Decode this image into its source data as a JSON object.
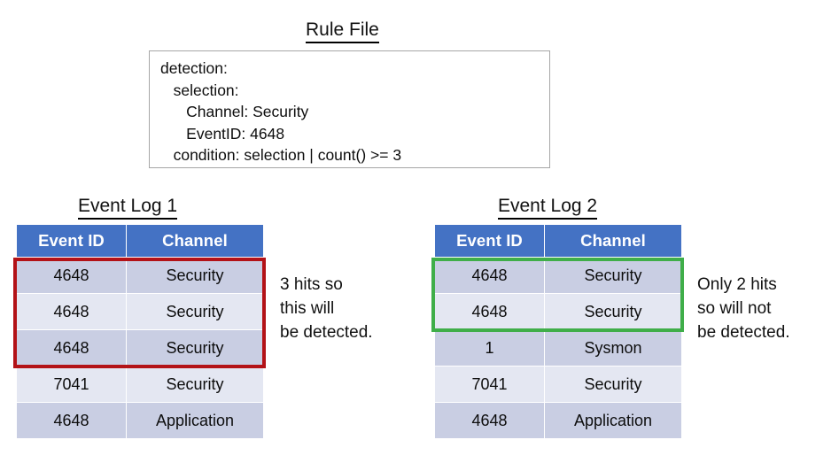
{
  "rule_file": {
    "title": "Rule File",
    "code": "detection:\n   selection:\n      Channel: Security\n      EventID: 4648\n   condition: selection | count() >= 3"
  },
  "colors": {
    "header_blue": "#4472C4",
    "row_band_dark": "#C9CEE3",
    "row_band_light": "#E4E7F2",
    "highlight_red": "#B31217",
    "highlight_green": "#3FAE49",
    "box_border": "#A6A6A6",
    "text": "#0D0D0D"
  },
  "event_log_1": {
    "title": "Event Log 1",
    "columns": [
      "Event ID",
      "Channel"
    ],
    "rows": [
      [
        "4648",
        "Security"
      ],
      [
        "4648",
        "Security"
      ],
      [
        "4648",
        "Security"
      ],
      [
        "7041",
        "Security"
      ],
      [
        "4648",
        "Application"
      ]
    ],
    "highlight": {
      "color": "#B31217",
      "row_start": 0,
      "row_end": 2
    },
    "annotation": "3 hits so\nthis will\nbe detected."
  },
  "event_log_2": {
    "title": "Event Log 2",
    "columns": [
      "Event ID",
      "Channel"
    ],
    "rows": [
      [
        "4648",
        "Security"
      ],
      [
        "4648",
        "Security"
      ],
      [
        "1",
        "Sysmon"
      ],
      [
        "7041",
        "Security"
      ],
      [
        "4648",
        "Application"
      ]
    ],
    "highlight": {
      "color": "#3FAE49",
      "row_start": 0,
      "row_end": 1
    },
    "annotation": "Only 2 hits\nso will not\nbe detected."
  }
}
